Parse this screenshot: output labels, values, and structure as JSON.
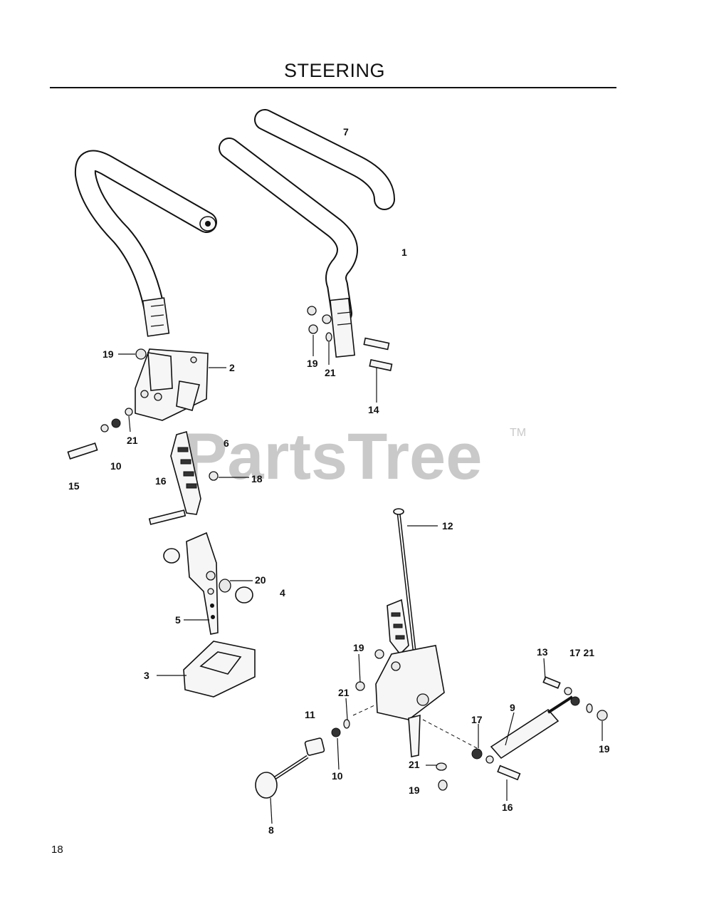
{
  "title": "STEERING",
  "page_number": "18",
  "watermark": {
    "text": "PartsTree",
    "tm": "TM"
  },
  "callouts": [
    "7",
    "1",
    "19",
    "2",
    "19",
    "21",
    "14",
    "21",
    "6",
    "10",
    "15",
    "16",
    "18",
    "12",
    "20",
    "4",
    "5",
    "19",
    "3",
    "13",
    "17 21",
    "21",
    "11",
    "9",
    "17",
    "19",
    "10",
    "21",
    "19",
    "16",
    "8"
  ]
}
